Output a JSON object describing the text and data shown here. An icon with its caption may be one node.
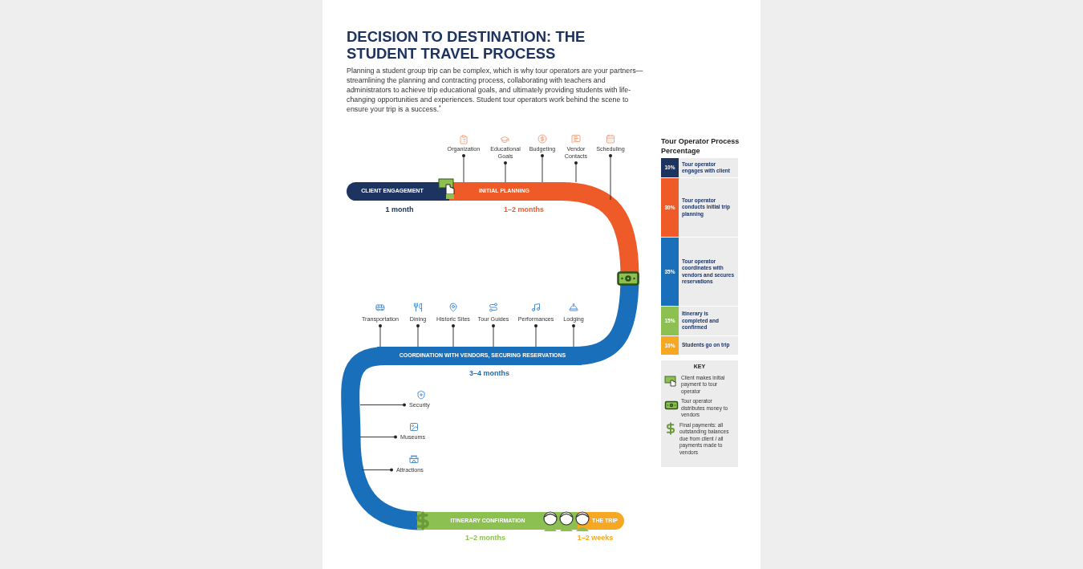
{
  "diagram": {
    "title": "DECISION TO DESTINATION: THE STUDENT TRAVEL PROCESS",
    "nodes": [
      {
        "text": [
          "Organization"
        ]
      },
      {
        "text": [
          "Educational Goals"
        ]
      },
      {
        "text": [
          "Budgeting"
        ]
      },
      {
        "text": [
          "Vendor Contacts"
        ]
      },
      {
        "text": [
          "Scheduling"
        ]
      },
      {
        "text": [
          "CLIENT ENGAGEMENT"
        ],
        "beside": [
          "1 month"
        ]
      },
      {
        "text": [
          "INITIAL PLANNING"
        ],
        "beside": [
          "1–2 months"
        ]
      },
      {
        "text": [
          "Transportation"
        ]
      },
      {
        "text": [
          "Dining"
        ]
      },
      {
        "text": [
          "Historic Sites"
        ]
      },
      {
        "text": [
          "Tour Guides"
        ]
      },
      {
        "text": [
          "Performances"
        ]
      },
      {
        "text": [
          "Lodging"
        ]
      },
      {
        "text": [
          "COORDINATION WITH VENDORS, SECURING RESERVATIONS"
        ],
        "beside": [
          "3–4 months"
        ]
      },
      {
        "text": [
          "Security"
        ]
      },
      {
        "text": [
          "Museums"
        ]
      },
      {
        "text": [
          "Attractions"
        ]
      },
      {
        "text": [
          "ITINERARY CONFIRMATION"
        ],
        "beside": [
          "1–2 months"
        ]
      },
      {
        "text": [
          "THE TRIP"
        ],
        "beside": [
          "1–2 weeks"
        ]
      },
      {
        "text": [
          "10%",
          "Tour operator engages with client"
        ]
      },
      {
        "text": [
          "30%",
          "Tour operator conducts initial trip planning"
        ]
      },
      {
        "text": [
          "35%",
          "Tour operator coordinates with vendors and secures reservations"
        ]
      },
      {
        "text": [
          "15%",
          "Itinerary is completed and confirmed"
        ]
      },
      {
        "text": [
          "10%",
          "Students go on trip"
        ]
      }
    ],
    "edges": [
      {
        "from": 0,
        "to": 6,
        "arrow": "other"
      },
      {
        "from": 1,
        "to": 6,
        "arrow": "other"
      },
      {
        "from": 2,
        "to": 6,
        "arrow": "other"
      },
      {
        "from": 3,
        "to": 6,
        "arrow": "other"
      },
      {
        "from": 4,
        "to": null,
        "arrow": "other"
      },
      {
        "from": 7,
        "to": 13,
        "arrow": "other"
      },
      {
        "from": 8,
        "to": 13,
        "arrow": "other"
      },
      {
        "from": 9,
        "to": 13,
        "arrow": "other"
      },
      {
        "from": 10,
        "to": 13,
        "arrow": "other"
      },
      {
        "from": 11,
        "to": 13,
        "arrow": "other"
      },
      {
        "from": 12,
        "to": 13,
        "arrow": "other"
      },
      {
        "from": 14,
        "to": null,
        "arrow": "other"
      },
      {
        "from": 15,
        "to": null,
        "arrow": "other"
      },
      {
        "from": 16,
        "to": null,
        "arrow": "other"
      }
    ],
    "labels": [
      "Planning a student group trip can be complex, which is why tour operators are your partners—streamlining the planning and contracting process, collaborating with teachers and administrators to achieve trip educational goals, and ultimately providing students with life-changing opportunities and experiences. Student tour operators work behind the scene to ensure your trip is a success.$^{*}$",
      "Tour Operator Process Percentage",
      "KEY"
    ],
    "legend": [
      {
        "text": "Client makes initial payment to tour operator"
      },
      {
        "text": "Tour operator distributes money to vendors"
      },
      {
        "text": "Final payments: all outstanding balances due from client / all payments made to vendors"
      }
    ]
  }
}
